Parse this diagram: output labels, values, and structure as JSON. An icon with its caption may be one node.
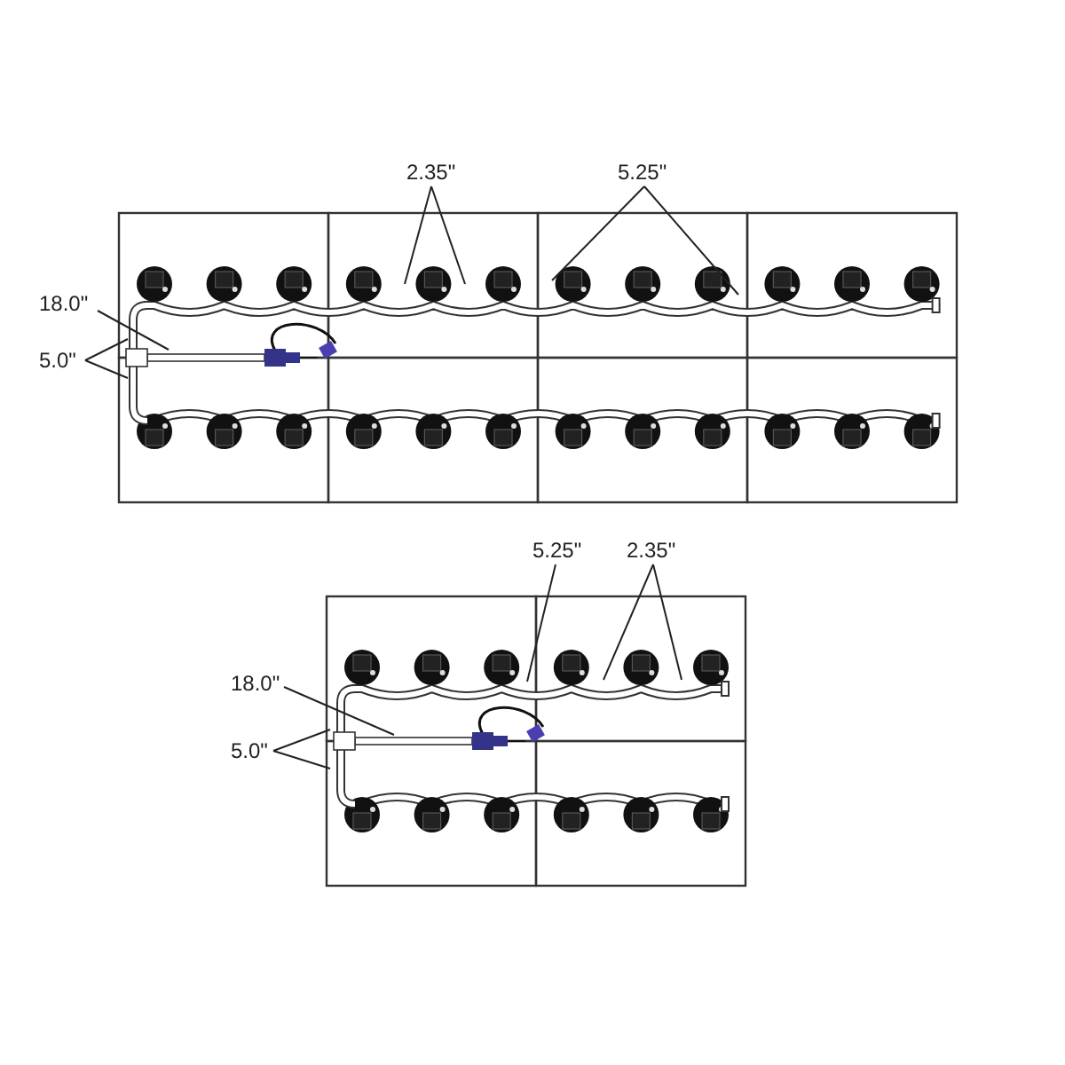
{
  "diagram": {
    "labels": [
      "2.35\"",
      "5.25\"",
      "18.0\"",
      "5.0\"",
      "5.25\"",
      "2.35\"",
      "18.0\"",
      "5.0\""
    ]
  }
}
